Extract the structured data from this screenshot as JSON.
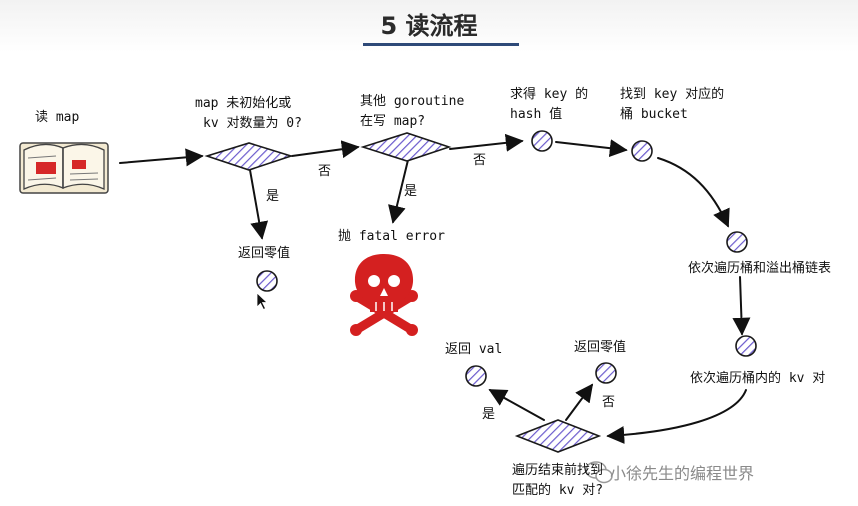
{
  "title": "5 读流程",
  "labels": {
    "read_map": "读 map",
    "q1_line1": "map 未初始化或",
    "q1_line2": "kv 对数量为 0?",
    "q1_yes": "是",
    "q1_no": "否",
    "return_zero_1": "返回零值",
    "q2_line1": "其他 goroutine",
    "q2_line2": "在写 map?",
    "q2_yes": "是",
    "q2_no": "否",
    "panic": "抛 fatal error",
    "hash_line1": "求得 key 的",
    "hash_line2": "hash 值",
    "bucket_line1": "找到 key 对应的",
    "bucket_line2": "桶 bucket",
    "traverse_buckets": "依次遍历桶和溢出桶链表",
    "traverse_kv": "依次遍历桶内的 kv 对",
    "q3_line1": "遍历结束前找到",
    "q3_line2": "匹配的 kv 对?",
    "q3_yes": "是",
    "q3_no": "否",
    "return_val": "返回 val",
    "return_zero_2": "返回零值"
  },
  "watermark": "小徐先生的编程世界",
  "colors": {
    "accent": "#2e4a78",
    "node_stroke": "#1a1a1a",
    "hatch": "#6a5acd",
    "skull": "#d42020"
  }
}
